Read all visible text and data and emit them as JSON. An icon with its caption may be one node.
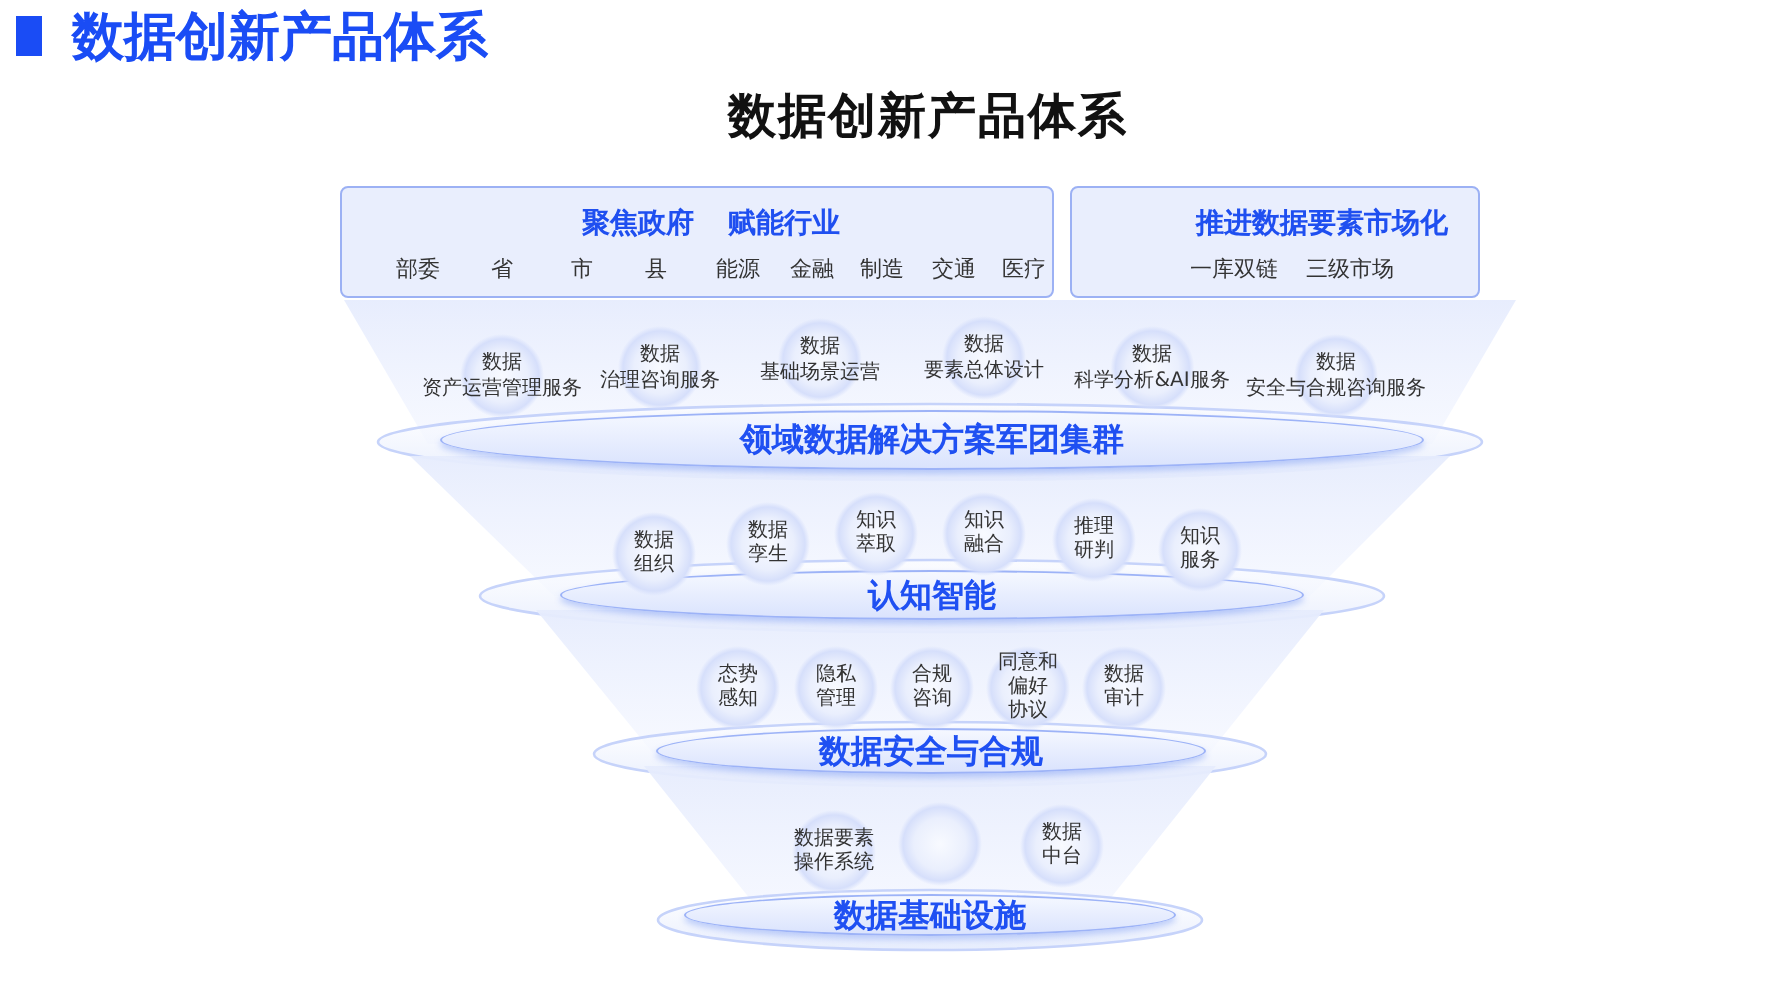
{
  "diagram": {
    "title": "数据创新产品体系",
    "nodes": [
      {
        "text": [
          "聚焦政府",
          "赋能行业",
          "部委",
          "省",
          "市",
          "县",
          "能源",
          "金融",
          "制造",
          "交通",
          "医疗"
        ]
      },
      {
        "text": [
          "推进数据要素市场化",
          "一库双链",
          "三级市场"
        ]
      },
      {
        "text": [
          "数据资产运营管理服务"
        ]
      },
      {
        "text": [
          "数据治理咨询服务"
        ]
      },
      {
        "text": [
          "数据基础场景运营"
        ]
      },
      {
        "text": [
          "数据要素总体设计"
        ]
      },
      {
        "text": [
          "数据科学分析&AI服务"
        ]
      },
      {
        "text": [
          "数据安全与合规咨询服务"
        ]
      },
      {
        "text": [
          "领域数据解决方案军团集群"
        ]
      },
      {
        "text": [
          "数据组织"
        ]
      },
      {
        "text": [
          "数据孪生"
        ]
      },
      {
        "text": [
          "知识萃取"
        ]
      },
      {
        "text": [
          "知识融合"
        ]
      },
      {
        "text": [
          "推理研判"
        ]
      },
      {
        "text": [
          "知识服务"
        ]
      },
      {
        "text": [
          "认知智能"
        ]
      },
      {
        "text": [
          "态势感知"
        ]
      },
      {
        "text": [
          "隐私管理"
        ]
      },
      {
        "text": [
          "合规咨询"
        ]
      },
      {
        "text": [
          "同意和偏好协议"
        ]
      },
      {
        "text": [
          "数据审计"
        ]
      },
      {
        "text": [
          "数据安全与合规"
        ]
      },
      {
        "text": [
          "数据要素操作系统"
        ]
      },
      {
        "text": [],
        "shape": "circle"
      },
      {
        "text": [
          "数据中台"
        ]
      },
      {
        "text": [
          "数据基础设施"
        ]
      }
    ],
    "labels": [
      "数据创新产品体系"
    ]
  }
}
